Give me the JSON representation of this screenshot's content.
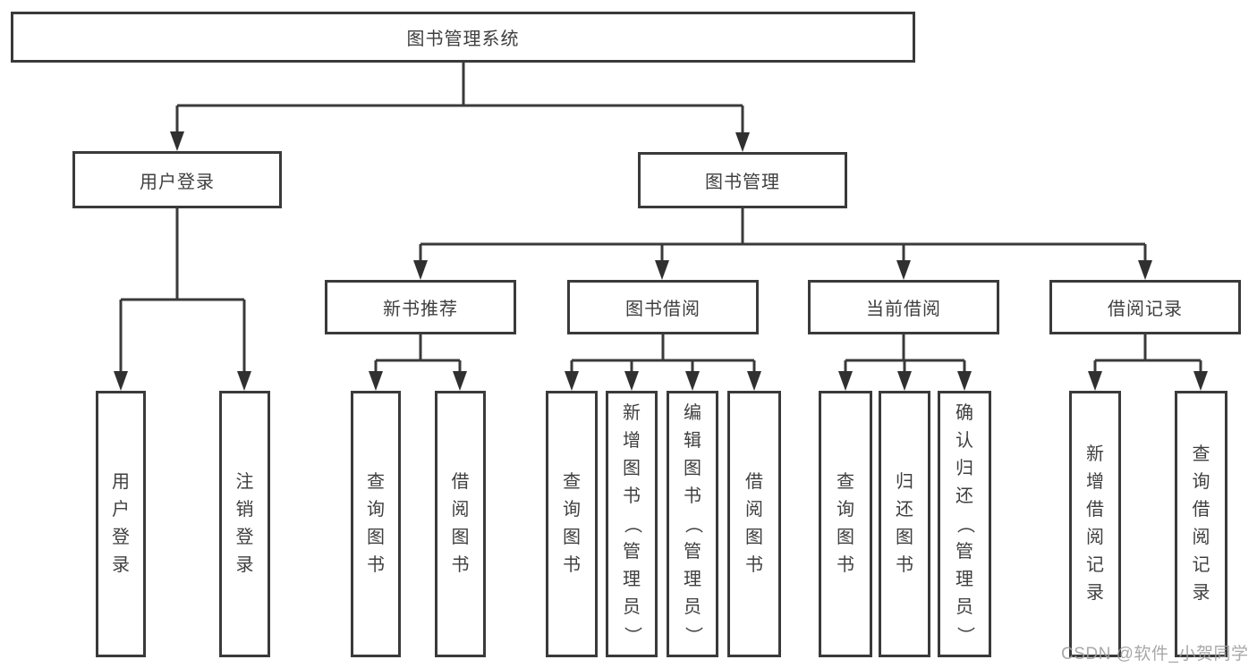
{
  "tree": {
    "root": {
      "label": "图书管理系统",
      "children": [
        {
          "label": "用户登录",
          "children": [
            {
              "label": "用户登录"
            },
            {
              "label": "注销登录"
            }
          ]
        },
        {
          "label": "图书管理",
          "children": [
            {
              "label": "新书推荐",
              "children": [
                {
                  "label": "查询图书"
                },
                {
                  "label": "借阅图书"
                }
              ]
            },
            {
              "label": "图书借阅",
              "children": [
                {
                  "label": "查询图书"
                },
                {
                  "label": "新增图书（管理员）"
                },
                {
                  "label": "编辑图书（管理员）"
                },
                {
                  "label": "借阅图书"
                }
              ]
            },
            {
              "label": "当前借阅",
              "children": [
                {
                  "label": "查询图书"
                },
                {
                  "label": "归还图书"
                },
                {
                  "label": "确认归还（管理员）"
                }
              ]
            },
            {
              "label": "借阅记录",
              "children": [
                {
                  "label": "新增借阅记录"
                },
                {
                  "label": "查询借阅记录"
                }
              ]
            }
          ]
        }
      ]
    }
  },
  "watermark": {
    "text": "CSDN @软件_小贺同学"
  },
  "colors": {
    "line": "#3a3a3a",
    "text": "#3f3f3f",
    "watermark": "#9e9e9e",
    "background": "#ffffff"
  }
}
